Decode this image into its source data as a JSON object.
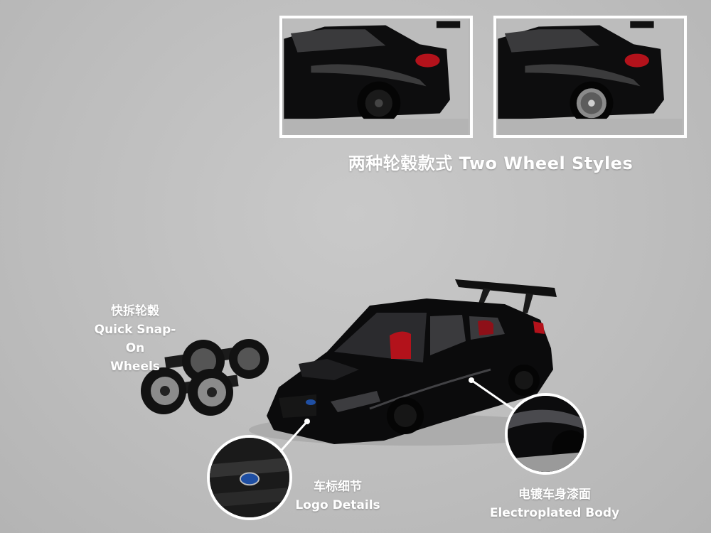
{
  "insets": {
    "left": {
      "description_name": "rear-wheel-style-a"
    },
    "right": {
      "description_name": "rear-wheel-style-b"
    }
  },
  "captions": {
    "wheel_styles": "两种轮毂款式 Two Wheel Styles"
  },
  "labels": {
    "quick_cn": "快拆轮毂",
    "quick_en_1": "Quick Snap-On",
    "quick_en_2": "Wheels",
    "logo_cn": "车标细节",
    "logo_en": "Logo Details",
    "electro_cn": "电镀车身漆面",
    "electro_en": "Electroplated Body"
  },
  "colors": {
    "body": "#0b0b0c",
    "accent_red": "#b3121b",
    "background": "#c2c2c2",
    "frame": "#ffffff"
  }
}
